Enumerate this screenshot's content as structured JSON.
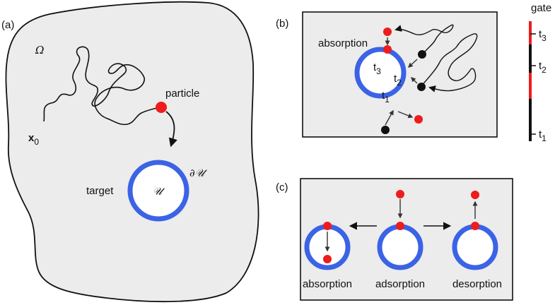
{
  "panel_a": {
    "label": "(a)",
    "domain": "Ω",
    "start": "x",
    "start_sub": "0",
    "particle": "particle",
    "target": "target",
    "target_set": "𝒰",
    "boundary": "∂𝒰"
  },
  "panel_b": {
    "label": "(b)",
    "absorption": "absorption",
    "t1": "t",
    "t1_sub": "1",
    "t2": "t",
    "t2_sub": "2",
    "t3": "t",
    "t3_sub": "3"
  },
  "gate": {
    "title": "gate",
    "t1": "t",
    "t1_sub": "1",
    "t2": "t",
    "t2_sub": "2",
    "t3": "t",
    "t3_sub": "3"
  },
  "panel_c": {
    "label": "(c)",
    "absorption": "absorption",
    "adsorption": "adsorption",
    "desorption": "desorption"
  },
  "colors": {
    "target_ring": "#3b63e6",
    "particle_red": "#ee1c1c",
    "particle_black": "#111111",
    "panel_fill": "#ececec",
    "gate_open": "#ee1c1c",
    "gate_closed": "#111111"
  }
}
